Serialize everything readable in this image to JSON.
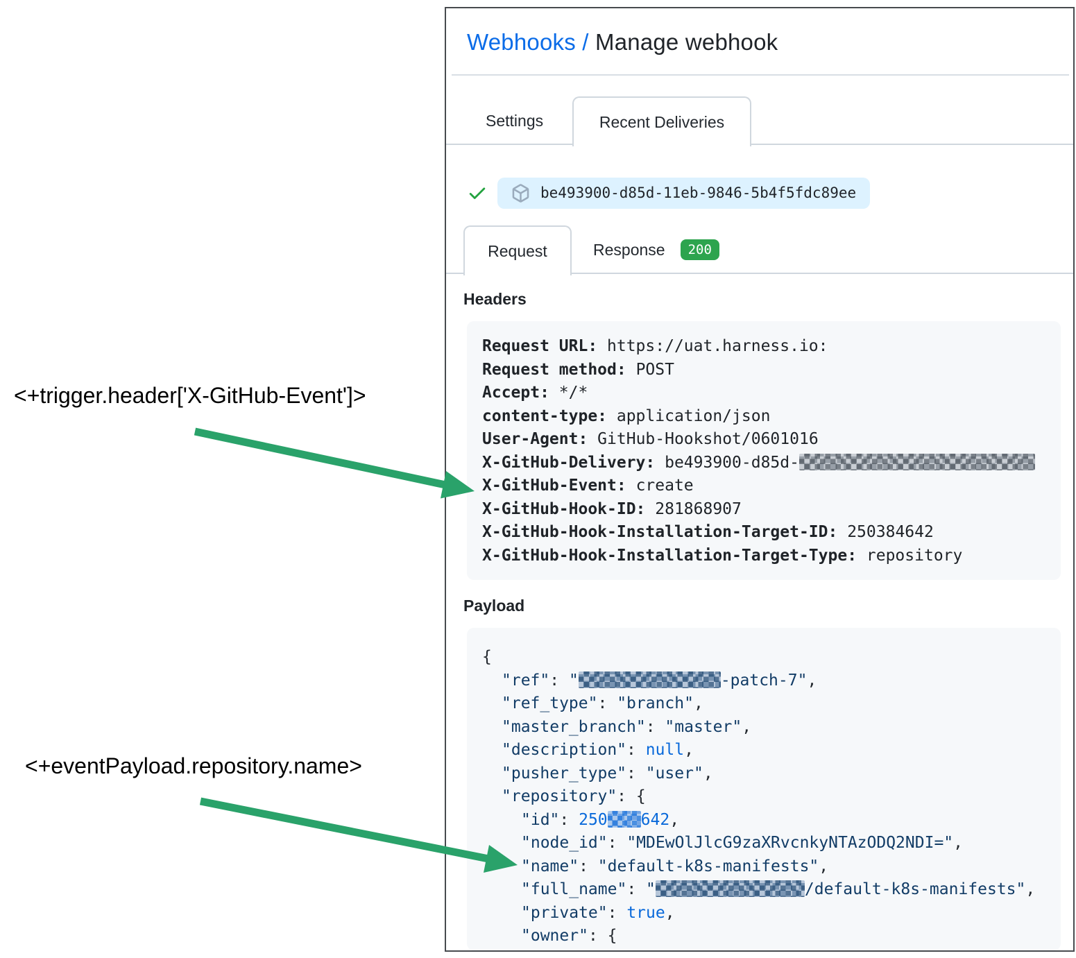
{
  "annotations": {
    "trigger_header_label": "<+trigger.header['X-GitHub-Event']>",
    "event_payload_label": "<+eventPayload.repository.name>",
    "arrow_color": "#2aa26a"
  },
  "breadcrumb": {
    "link": "Webhooks",
    "separator": " / ",
    "current": "Manage webhook"
  },
  "tabs": {
    "settings": "Settings",
    "recent_deliveries": "Recent Deliveries"
  },
  "delivery": {
    "id": "be493900-d85d-11eb-9846-5b4f5fdc89ee",
    "check_icon": "check-icon",
    "package_icon": "package-icon",
    "pill_bg": "#ddf2ff",
    "check_color": "#23a23f"
  },
  "subtabs": {
    "request": "Request",
    "response": "Response",
    "response_status": "200",
    "status_badge_color": "#2da44e"
  },
  "headers_section": {
    "title": "Headers",
    "lines": [
      {
        "key": "Request URL:",
        "value": " https://uat.harness.io:"
      },
      {
        "key": "Request method:",
        "value": " POST"
      },
      {
        "key": "Accept:",
        "value": " */*"
      },
      {
        "key": "content-type:",
        "value": " application/json"
      },
      {
        "key": "User-Agent:",
        "value": " GitHub-Hookshot/0601016"
      },
      {
        "key": "X-GitHub-Delivery:",
        "value": " be493900-d85d-",
        "redact_width": 340,
        "redact_style": "gray"
      },
      {
        "key": "X-GitHub-Event:",
        "value": " create"
      },
      {
        "key": "X-GitHub-Hook-ID:",
        "value": " 281868907"
      },
      {
        "key": "X-GitHub-Hook-Installation-Target-ID:",
        "value": " 250384642"
      },
      {
        "key": "X-GitHub-Hook-Installation-Target-Type:",
        "value": " repository"
      }
    ]
  },
  "payload_section": {
    "title": "Payload",
    "lines": [
      {
        "indent": 0,
        "tokens": [
          {
            "c": "pun",
            "t": "{"
          }
        ]
      },
      {
        "indent": 1,
        "tokens": [
          {
            "c": "str",
            "t": "\"ref\""
          },
          {
            "c": "pun",
            "t": ": "
          },
          {
            "c": "str",
            "t": "\""
          },
          {
            "redact": 205,
            "style": "str"
          },
          {
            "c": "str",
            "t": "-patch-7\""
          },
          {
            "c": "pun",
            "t": ","
          }
        ]
      },
      {
        "indent": 1,
        "tokens": [
          {
            "c": "str",
            "t": "\"ref_type\""
          },
          {
            "c": "pun",
            "t": ": "
          },
          {
            "c": "str",
            "t": "\"branch\""
          },
          {
            "c": "pun",
            "t": ","
          }
        ]
      },
      {
        "indent": 1,
        "tokens": [
          {
            "c": "str",
            "t": "\"master_branch\""
          },
          {
            "c": "pun",
            "t": ": "
          },
          {
            "c": "str",
            "t": "\"master\""
          },
          {
            "c": "pun",
            "t": ","
          }
        ]
      },
      {
        "indent": 1,
        "tokens": [
          {
            "c": "str",
            "t": "\"description\""
          },
          {
            "c": "pun",
            "t": ": "
          },
          {
            "c": "kw",
            "t": "null"
          },
          {
            "c": "pun",
            "t": ","
          }
        ]
      },
      {
        "indent": 1,
        "tokens": [
          {
            "c": "str",
            "t": "\"pusher_type\""
          },
          {
            "c": "pun",
            "t": ": "
          },
          {
            "c": "str",
            "t": "\"user\""
          },
          {
            "c": "pun",
            "t": ","
          }
        ]
      },
      {
        "indent": 1,
        "tokens": [
          {
            "c": "str",
            "t": "\"repository\""
          },
          {
            "c": "pun",
            "t": ": {"
          }
        ]
      },
      {
        "indent": 2,
        "tokens": [
          {
            "c": "str",
            "t": "\"id\""
          },
          {
            "c": "pun",
            "t": ": "
          },
          {
            "c": "kw",
            "t": "250"
          },
          {
            "redact": 48,
            "style": "kw"
          },
          {
            "c": "kw",
            "t": "642"
          },
          {
            "c": "pun",
            "t": ","
          }
        ]
      },
      {
        "indent": 2,
        "tokens": [
          {
            "c": "str",
            "t": "\"node_id\""
          },
          {
            "c": "pun",
            "t": ": "
          },
          {
            "c": "str",
            "t": "\"MDEwOlJlcG9zaXRvcnkyNTAzODQ2NDI=\""
          },
          {
            "c": "pun",
            "t": ","
          }
        ]
      },
      {
        "indent": 2,
        "tokens": [
          {
            "c": "str",
            "t": "\"name\""
          },
          {
            "c": "pun",
            "t": ": "
          },
          {
            "c": "str",
            "t": "\"default-k8s-manifests\""
          },
          {
            "c": "pun",
            "t": ","
          }
        ]
      },
      {
        "indent": 2,
        "tokens": [
          {
            "c": "str",
            "t": "\"full_name\""
          },
          {
            "c": "pun",
            "t": ": "
          },
          {
            "c": "str",
            "t": "\""
          },
          {
            "redact": 215,
            "style": "str"
          },
          {
            "c": "str",
            "t": "/default-k8s-manifests\""
          },
          {
            "c": "pun",
            "t": ","
          }
        ]
      },
      {
        "indent": 2,
        "tokens": [
          {
            "c": "str",
            "t": "\"private\""
          },
          {
            "c": "pun",
            "t": ": "
          },
          {
            "c": "kw",
            "t": "true"
          },
          {
            "c": "pun",
            "t": ","
          }
        ]
      },
      {
        "indent": 2,
        "tokens": [
          {
            "c": "str",
            "t": "\"owner\""
          },
          {
            "c": "pun",
            "t": ": {"
          }
        ]
      }
    ]
  },
  "colors": {
    "link_blue": "#0b6ce8",
    "token_string_navy": "#123c66",
    "token_keyword_blue": "#0969da",
    "box_bg": "#f6f8fa",
    "tab_border": "#d0d7de",
    "panel_border": "#474b4f"
  }
}
